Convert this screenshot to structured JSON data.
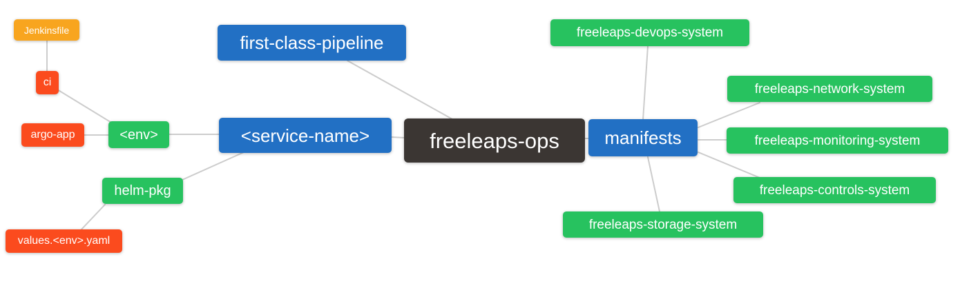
{
  "diagram": {
    "title": "freeleaps-ops repository structure mind map",
    "colors": {
      "root_bg": "#3B3633",
      "branch_bg": "#2270C4",
      "system_bg": "#27C25F",
      "file_bg": "#FB4B1E",
      "jenkins_bg": "#F8A51F",
      "text": "#ffffff",
      "edge": "#cccccc",
      "background": "#ffffff"
    },
    "nodes": {
      "root": {
        "label": "freeleaps-ops"
      },
      "pipeline": {
        "label": "first-class-pipeline"
      },
      "service": {
        "label": "<service-name>"
      },
      "manifests": {
        "label": "manifests"
      },
      "env": {
        "label": "<env>"
      },
      "helm_pkg": {
        "label": "helm-pkg"
      },
      "ci": {
        "label": "ci"
      },
      "argo_app": {
        "label": "argo-app"
      },
      "jenkinsfile": {
        "label": "Jenkinsfile"
      },
      "values": {
        "label": "values.<env>.yaml"
      },
      "devops": {
        "label": "freeleaps-devops-system"
      },
      "network": {
        "label": "freeleaps-network-system"
      },
      "monitoring": {
        "label": "freeleaps-monitoring-system"
      },
      "controls": {
        "label": "freeleaps-controls-system"
      },
      "storage": {
        "label": "freeleaps-storage-system"
      }
    },
    "edges": [
      {
        "from": "jenkinsfile",
        "to": "ci"
      },
      {
        "from": "ci",
        "to": "env"
      },
      {
        "from": "argo_app",
        "to": "env"
      },
      {
        "from": "env",
        "to": "service"
      },
      {
        "from": "helm_pkg",
        "to": "service"
      },
      {
        "from": "values",
        "to": "helm_pkg"
      },
      {
        "from": "pipeline",
        "to": "root"
      },
      {
        "from": "service",
        "to": "root"
      },
      {
        "from": "root",
        "to": "manifests"
      },
      {
        "from": "manifests",
        "to": "devops"
      },
      {
        "from": "manifests",
        "to": "network"
      },
      {
        "from": "manifests",
        "to": "monitoring"
      },
      {
        "from": "manifests",
        "to": "controls"
      },
      {
        "from": "manifests",
        "to": "storage"
      }
    ]
  }
}
